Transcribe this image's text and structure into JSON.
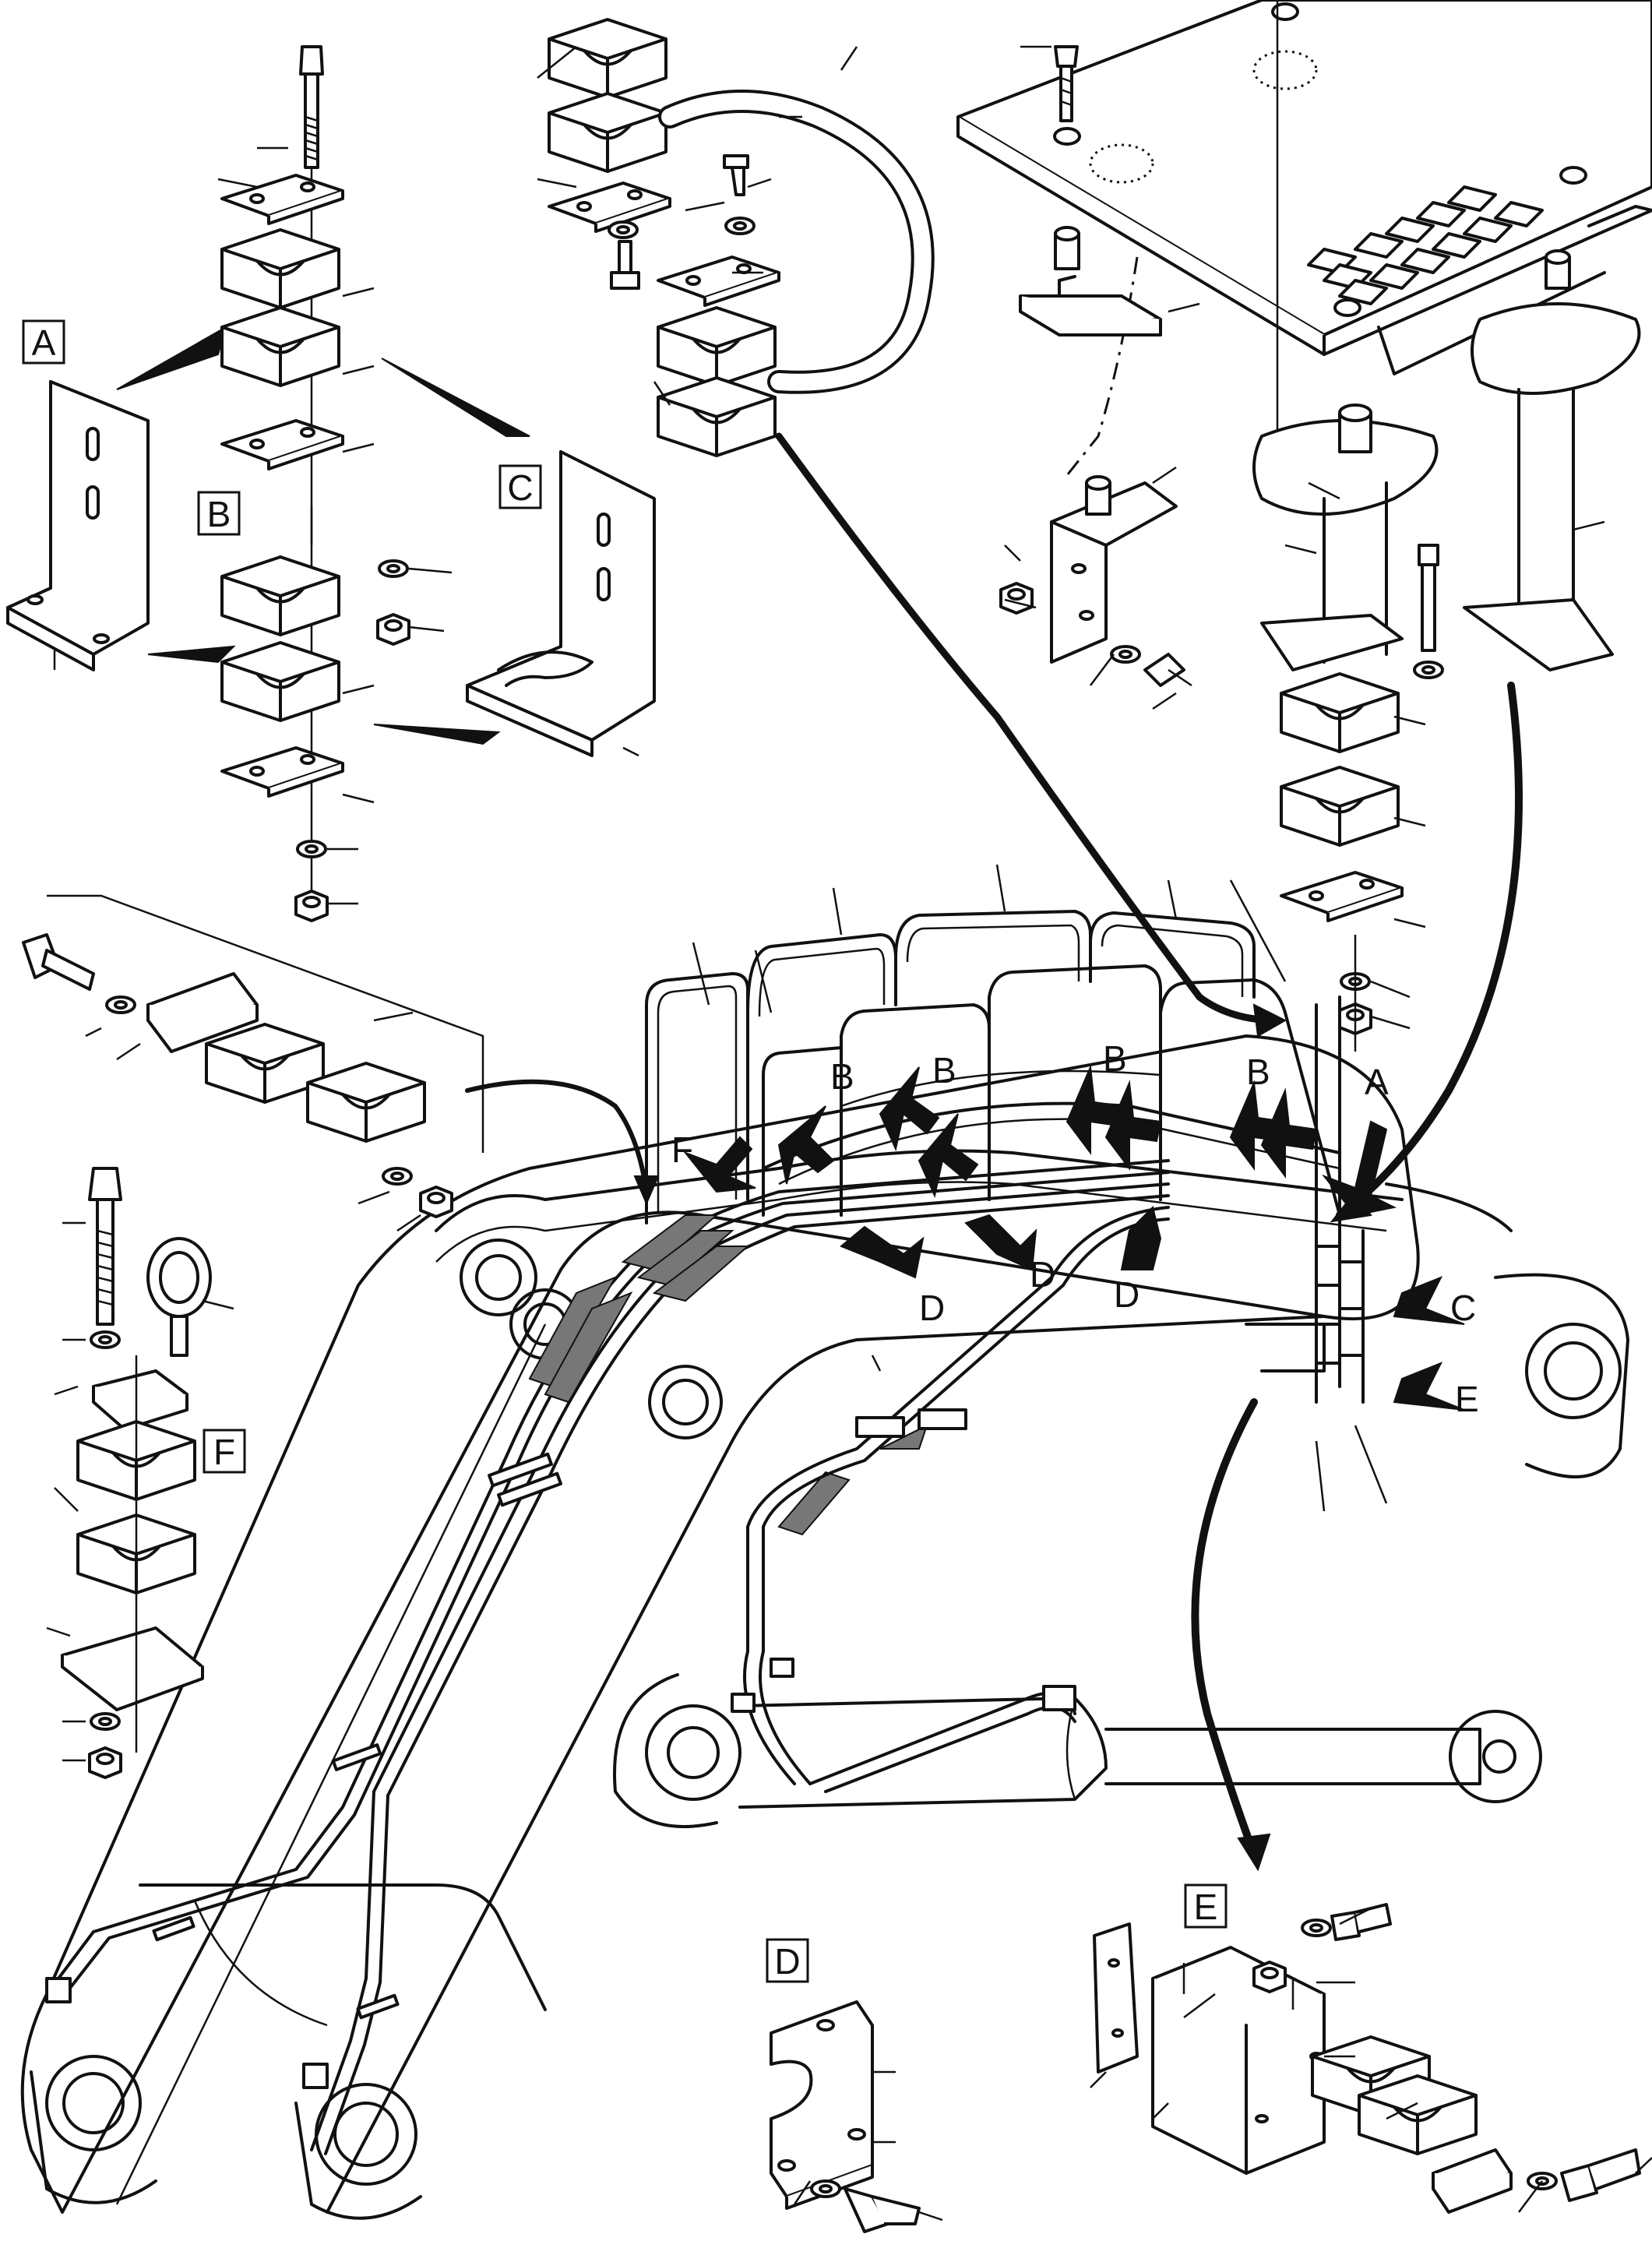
{
  "detail_labels": {
    "a": "A",
    "b": "B",
    "c": "C",
    "d": "D",
    "e": "E",
    "f": "F"
  },
  "arrow_labels": {
    "b1": "B",
    "b2": "B",
    "b3": "B",
    "b4": "B",
    "f": "F",
    "a": "A",
    "c": "C",
    "e": "E",
    "d1": "D",
    "d2": "D",
    "d3": "D"
  }
}
